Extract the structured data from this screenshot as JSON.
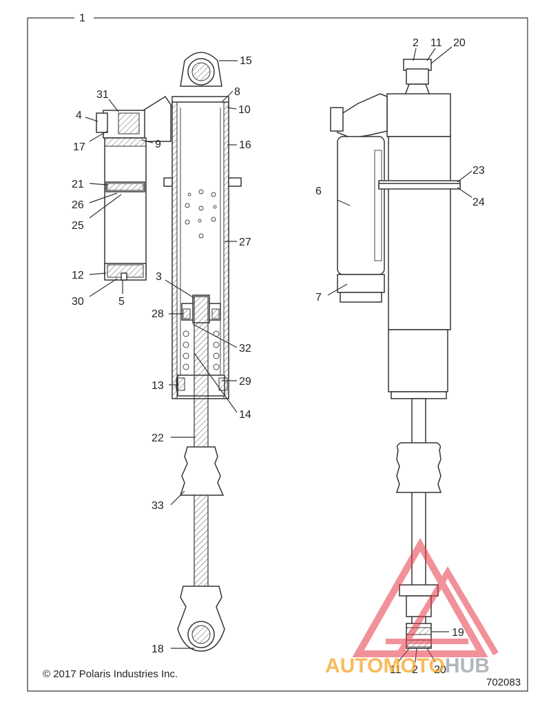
{
  "diagram": {
    "frame_label": "1",
    "callouts": [
      {
        "id": "c15",
        "text": "15"
      },
      {
        "id": "c8",
        "text": "8"
      },
      {
        "id": "c10",
        "text": "10"
      },
      {
        "id": "c31",
        "text": "31"
      },
      {
        "id": "c4",
        "text": "4"
      },
      {
        "id": "c17",
        "text": "17"
      },
      {
        "id": "c9",
        "text": "9"
      },
      {
        "id": "c16",
        "text": "16"
      },
      {
        "id": "c21",
        "text": "21"
      },
      {
        "id": "c26",
        "text": "26"
      },
      {
        "id": "c25",
        "text": "25"
      },
      {
        "id": "c27",
        "text": "27"
      },
      {
        "id": "c12",
        "text": "12"
      },
      {
        "id": "c30",
        "text": "30"
      },
      {
        "id": "c5",
        "text": "5"
      },
      {
        "id": "c3",
        "text": "3"
      },
      {
        "id": "c28",
        "text": "28"
      },
      {
        "id": "c32",
        "text": "32"
      },
      {
        "id": "c13",
        "text": "13"
      },
      {
        "id": "c29",
        "text": "29"
      },
      {
        "id": "c14",
        "text": "14"
      },
      {
        "id": "c22",
        "text": "22"
      },
      {
        "id": "c33",
        "text": "33"
      },
      {
        "id": "c18",
        "text": "18"
      },
      {
        "id": "c2a",
        "text": "2"
      },
      {
        "id": "c11a",
        "text": "11"
      },
      {
        "id": "c20a",
        "text": "20"
      },
      {
        "id": "c23",
        "text": "23"
      },
      {
        "id": "c24",
        "text": "24"
      },
      {
        "id": "c6",
        "text": "6"
      },
      {
        "id": "c7",
        "text": "7"
      },
      {
        "id": "c19",
        "text": "19"
      },
      {
        "id": "c11b",
        "text": "11"
      },
      {
        "id": "c2b",
        "text": "2"
      },
      {
        "id": "c20b",
        "text": "20"
      }
    ],
    "copyright": "© 2017 Polaris Industries Inc.",
    "doc_number": "702083"
  },
  "watermark": {
    "text_a": "AUTOMOTO",
    "text_b": "HUB",
    "color_a": "#f5a623",
    "color_b": "#9aa0a6",
    "logo_color": "#e63946"
  }
}
